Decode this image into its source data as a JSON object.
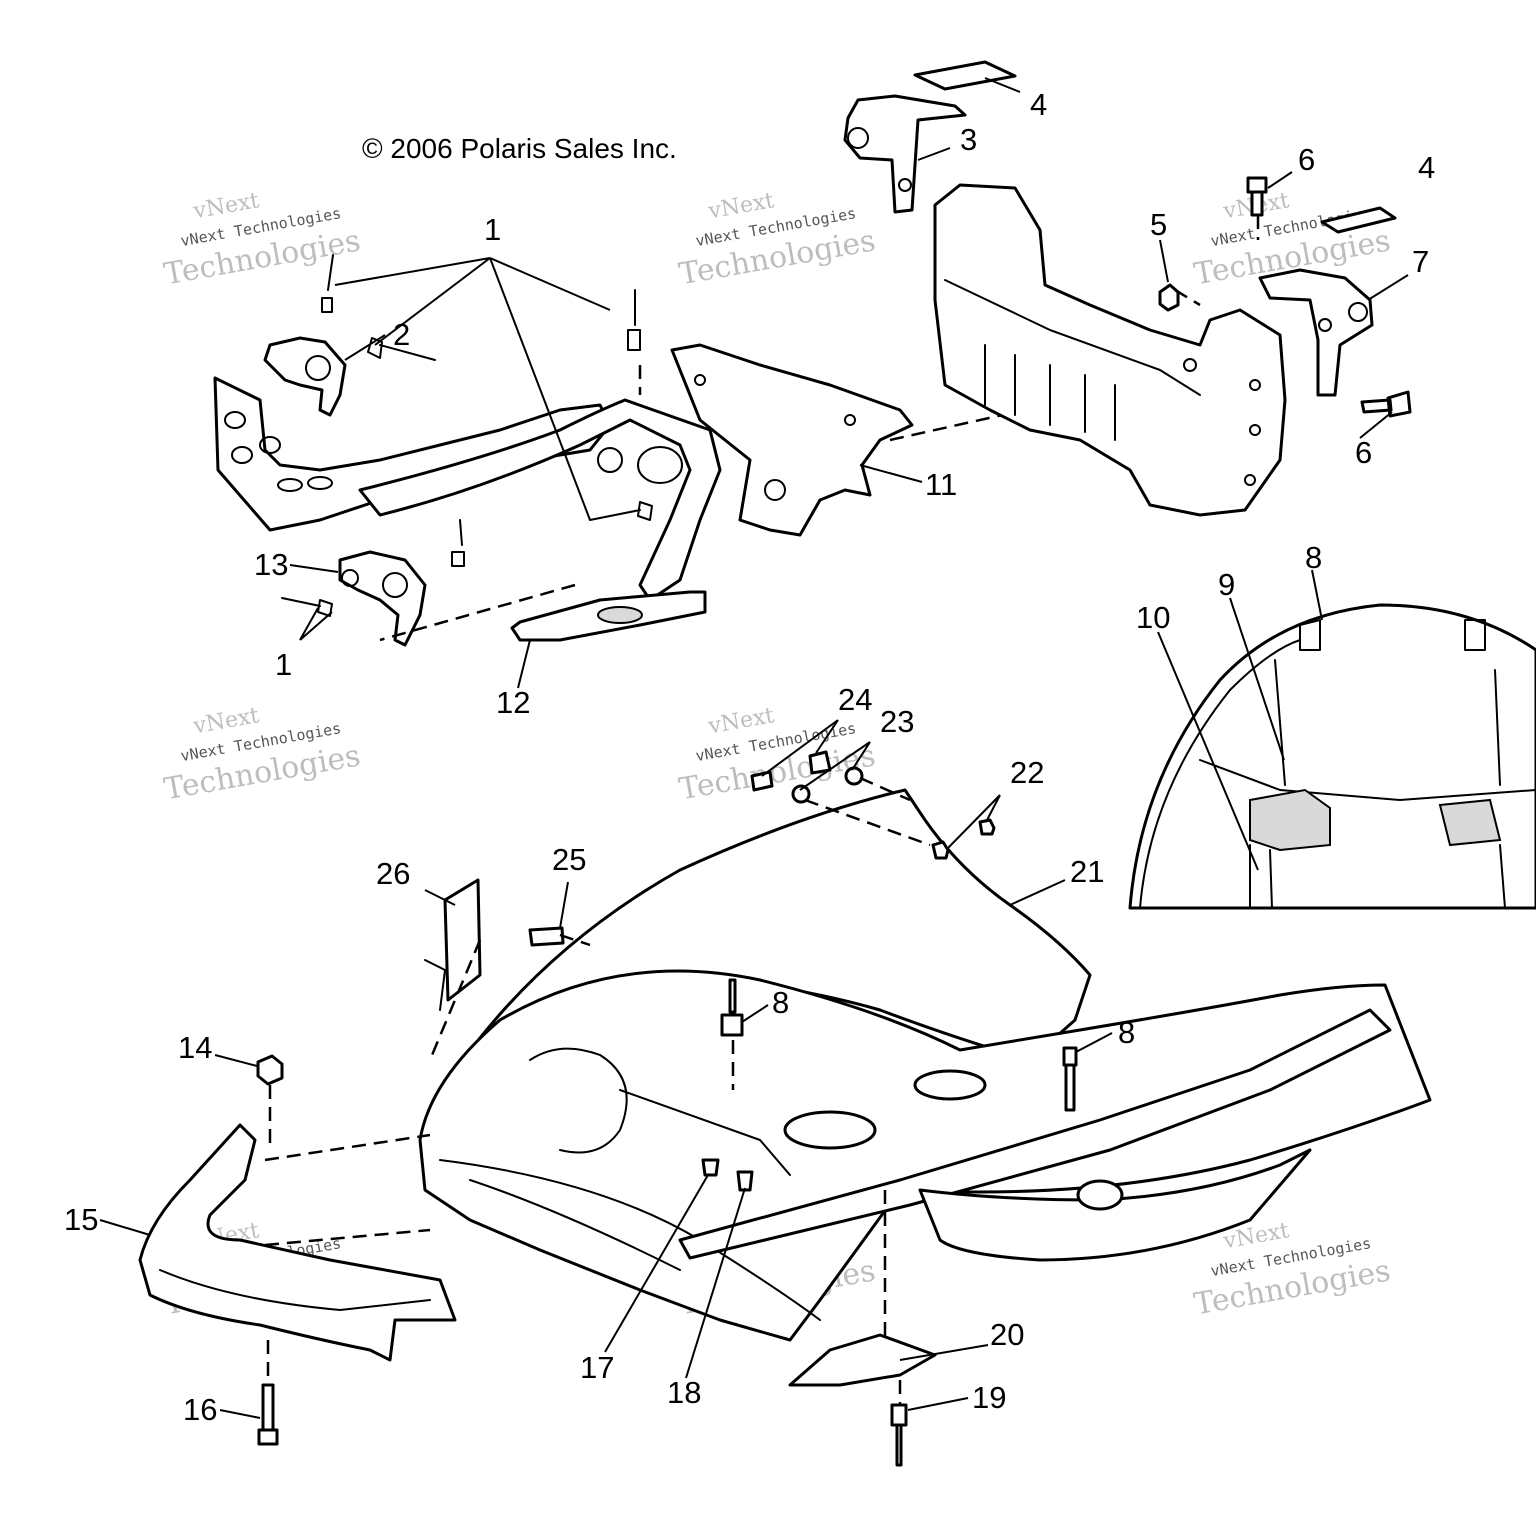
{
  "copyright": "© 2006 Polaris Sales Inc.",
  "watermark": {
    "small": "vNext Technologies",
    "big": "Technologies",
    "top": "vNext"
  },
  "callouts": {
    "c1a": "1",
    "c1b": "1",
    "c2": "2",
    "c3": "3",
    "c4a": "4",
    "c4b": "4",
    "c5": "5",
    "c6a": "6",
    "c6b": "6",
    "c7": "7",
    "c8a": "8",
    "c8b": "8",
    "c8c": "8",
    "c9": "9",
    "c10": "10",
    "c11": "11",
    "c12": "12",
    "c13": "13",
    "c14": "14",
    "c15": "15",
    "c16": "16",
    "c17": "17",
    "c18": "18",
    "c19": "19",
    "c20": "20",
    "c21": "21",
    "c22": "22",
    "c23": "23",
    "c24": "24",
    "c25": "25",
    "c26": "26"
  },
  "colors": {
    "line": "#000000",
    "watermark": "#bdbdbd",
    "background": "#ffffff"
  }
}
